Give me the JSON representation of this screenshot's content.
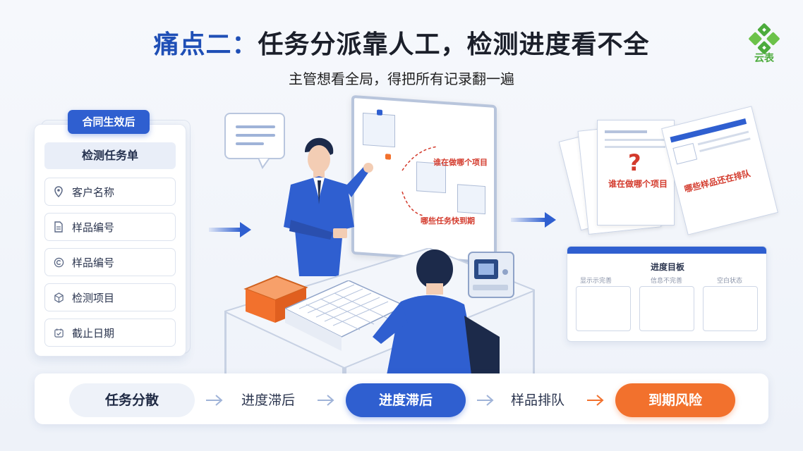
{
  "title": {
    "highlight": "痛点二：",
    "rest": "任务分派靠人工，检测进度看不全"
  },
  "subtitle": "主管想看全局，得把所有记录翻一遍",
  "logo": {
    "text": "云表",
    "color": "#4cab3c"
  },
  "left_panel": {
    "badge": "合同生效后",
    "header": "检测任务单",
    "rows": [
      {
        "label": "客户名称",
        "icon": "location-pin-icon"
      },
      {
        "label": "样品编号",
        "icon": "document-icon"
      },
      {
        "label": "样品编号",
        "icon": "copyright-circle-icon"
      },
      {
        "label": "检测项目",
        "icon": "cube-icon"
      },
      {
        "label": "截止日期",
        "icon": "calendar-icon"
      }
    ]
  },
  "whiteboard": {
    "question1": "谁在做哪个项目",
    "question2": "哪些任务快到期"
  },
  "documents": {
    "doc1_text": "谁在做哪个项目",
    "doc2_text": "哪些样品还在排队"
  },
  "progress_board": {
    "title": "进度目板",
    "columns": [
      "显示示完善",
      "信息不完善",
      "空白状态"
    ]
  },
  "flow": {
    "steps": [
      {
        "label": "任务分散",
        "style": "light"
      },
      {
        "label": "进度滞后",
        "style": "text"
      },
      {
        "label": "进度滞后",
        "style": "primary"
      },
      {
        "label": "样品排队",
        "style": "text"
      },
      {
        "label": "到期风险",
        "style": "danger"
      }
    ]
  },
  "colors": {
    "primary": "#2f5fd0",
    "danger": "#f2712d",
    "title_accent": "#1f4fb6"
  }
}
